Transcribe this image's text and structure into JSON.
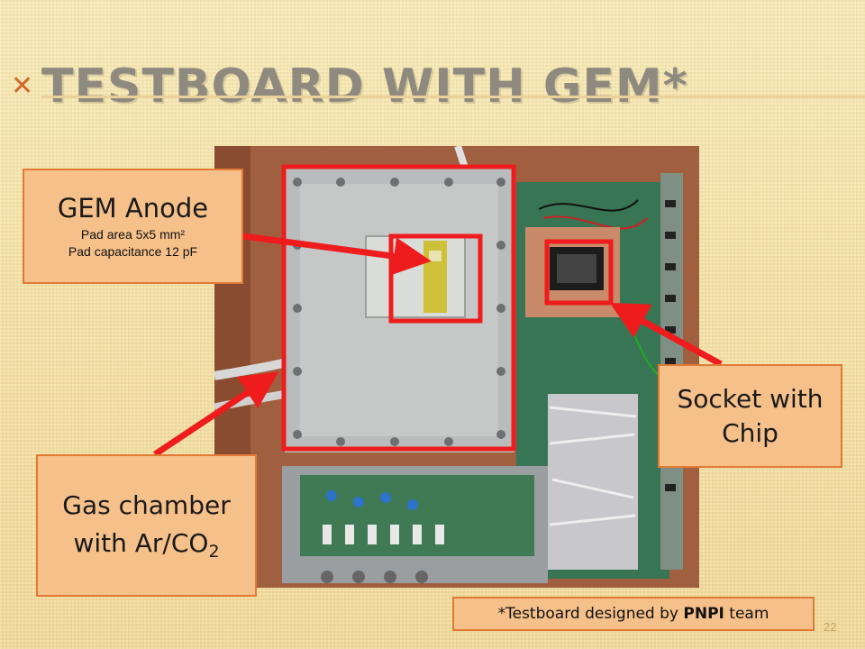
{
  "slide": {
    "title": "TESTBOARD WITH GEM*",
    "page_number": "22",
    "accent_color": "#e27a35",
    "title_color": "#8e8a80"
  },
  "callouts": {
    "gem_anode": {
      "heading": "GEM Anode",
      "line1": "Pad area 5x5 mm²",
      "line2": "Pad capacitance 12 pF"
    },
    "socket": {
      "line1": "Socket with",
      "line2": "Chip"
    },
    "gas_chamber": {
      "line1": "Gas chamber",
      "line2_prefix": "with Ar/CO",
      "line2_sub": "2"
    }
  },
  "footnote": {
    "prefix": "*Testboard designed by ",
    "bold": "PNPI",
    "suffix": " team"
  },
  "highlight_color": "#ee1c1c"
}
